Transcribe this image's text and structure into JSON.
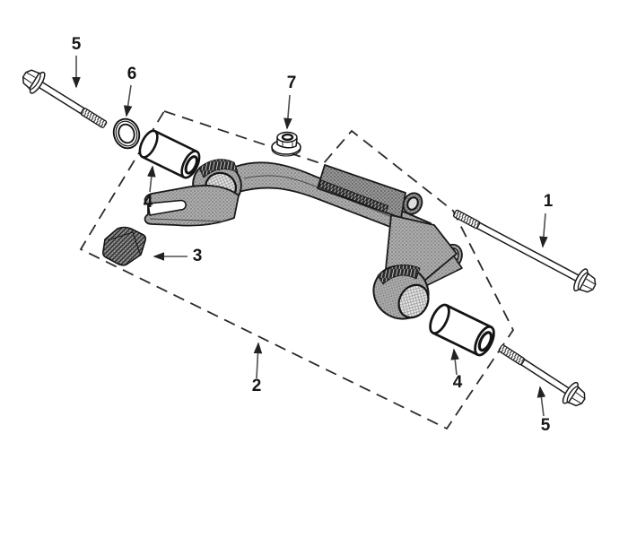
{
  "figure": {
    "type": "exploded-parts-diagram",
    "background": "#ffffff",
    "ink_color": "#1a1a1a",
    "casting_fill": "#ababab",
    "face_fill": "#e8e8e8",
    "callout_line_color": "#4f4f4f",
    "callouts": [
      {
        "label": "5",
        "target": "flange-bolt-upper-left"
      },
      {
        "label": "6",
        "target": "washer"
      },
      {
        "label": "7",
        "target": "flange-nut"
      },
      {
        "label": "4",
        "target": "bushing-sleeve-left"
      },
      {
        "label": "3",
        "target": "rubber-wedge"
      },
      {
        "label": "2",
        "target": "dashed-boundary-outline"
      },
      {
        "label": "1",
        "target": "long-flange-bolt-right"
      },
      {
        "label": "4",
        "target": "bushing-sleeve-right"
      },
      {
        "label": "5",
        "target": "flange-bolt-lower-right"
      }
    ]
  }
}
